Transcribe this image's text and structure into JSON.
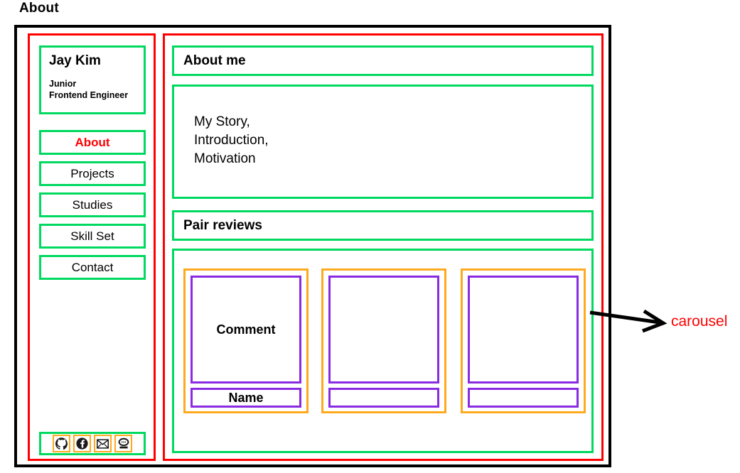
{
  "page": {
    "title": "About"
  },
  "colors": {
    "frame": "#000000",
    "region": "#ff0000",
    "box": "#00d95f",
    "card_outer": "#ffa91f",
    "card_inner": "#8a2be2",
    "accent_text": "#ff0000"
  },
  "sidebar": {
    "profile": {
      "name": "Jay Kim",
      "role_line_1": "Junior",
      "role_line_2": "Frontend Engineer"
    },
    "nav": [
      {
        "label": "About",
        "active": true
      },
      {
        "label": "Projects",
        "active": false
      },
      {
        "label": "Studies",
        "active": false
      },
      {
        "label": "Skill Set",
        "active": false
      },
      {
        "label": "Contact",
        "active": false
      }
    ],
    "social": [
      {
        "icon": "github-icon"
      },
      {
        "icon": "facebook-icon"
      },
      {
        "icon": "email-icon"
      },
      {
        "icon": "chat-icon"
      }
    ]
  },
  "content": {
    "about": {
      "header": "About me",
      "body_line_1": "My Story,",
      "body_line_2": "Introduction,",
      "body_line_3": "Motivation"
    },
    "reviews": {
      "header": "Pair reviews",
      "cards": [
        {
          "comment": "Comment",
          "name": "Name"
        },
        {
          "comment": "",
          "name": ""
        },
        {
          "comment": "",
          "name": ""
        }
      ]
    }
  },
  "annotations": {
    "carousel": "carousel"
  }
}
